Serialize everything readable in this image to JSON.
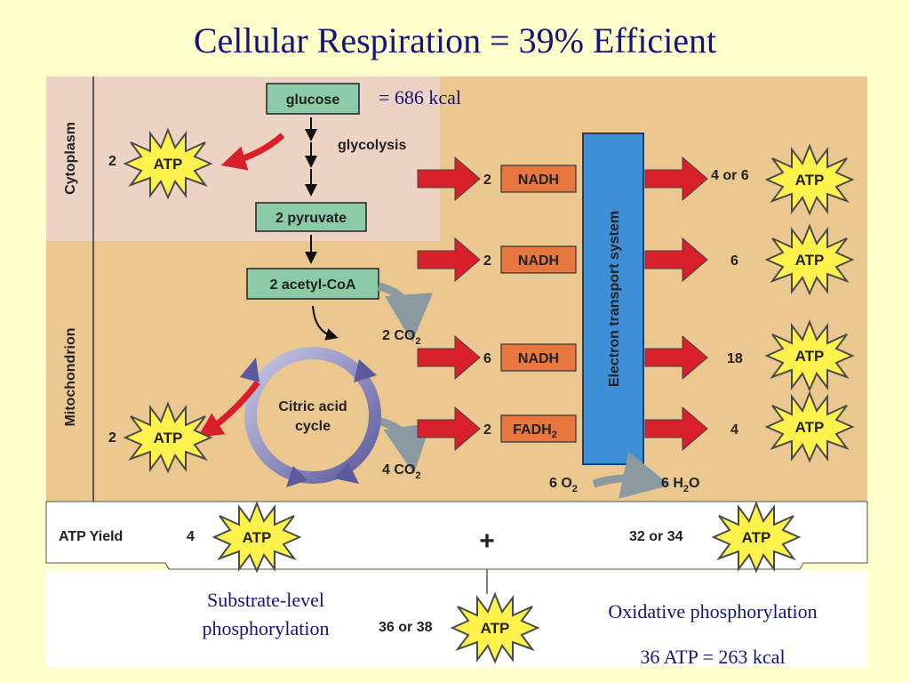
{
  "title": "Cellular Respiration = 39% Efficient",
  "regions": {
    "cytoplasm": "Cytoplasm",
    "mitochondrion": "Mitochondrion"
  },
  "glucose": {
    "label": "glucose",
    "energy": "= 686 kcal"
  },
  "glycolysis": "glycolysis",
  "pyruvate": "2 pyruvate",
  "acetyl_coa": "2 acetyl-CoA",
  "citric_acid_cycle": {
    "line1": "Citric acid",
    "line2": "cycle"
  },
  "co2": [
    {
      "count": "2 CO",
      "sub": "2"
    },
    {
      "count": "4 CO",
      "sub": "2"
    }
  ],
  "substrate_atp": [
    {
      "count": "2",
      "label": "ATP"
    },
    {
      "count": "2",
      "label": "ATP"
    }
  ],
  "carriers": [
    {
      "count": "2",
      "name": "NADH",
      "sub": "",
      "yield": "4 or 6"
    },
    {
      "count": "2",
      "name": "NADH",
      "sub": "",
      "yield": "6"
    },
    {
      "count": "6",
      "name": "NADH",
      "sub": "",
      "yield": "18"
    },
    {
      "count": "2",
      "name": "FADH",
      "sub": "2",
      "yield": "4"
    }
  ],
  "atp_label": "ATP",
  "electron_transport": "Electron transport system",
  "oxygen": {
    "left": "6 O",
    "left_sub": "2",
    "right": "6 H",
    "right_sub": "2",
    "right_end": "O"
  },
  "yield_row": {
    "label": "ATP Yield",
    "left_count": "4",
    "plus": "+",
    "right_count": "32 or 34"
  },
  "total": {
    "count": "36 or 38"
  },
  "substrate_level": {
    "line1": "Substrate-level",
    "line2": "phosphorylation"
  },
  "oxidative": {
    "line1": "Oxidative  phosphorylation",
    "line2": "36 ATP = 263 kcal"
  },
  "colors": {
    "background": "#ffffcc",
    "title": "#14147a",
    "mitochondrion": "#ebc88f",
    "cytoplasm": "#ecd3c4",
    "box_green": "#8ccba8",
    "carrier_orange": "#e8763f",
    "electron_blue": "#3f8fd6",
    "arrow_red": "#d81f2a",
    "burst_yellow": "#fff24d"
  }
}
